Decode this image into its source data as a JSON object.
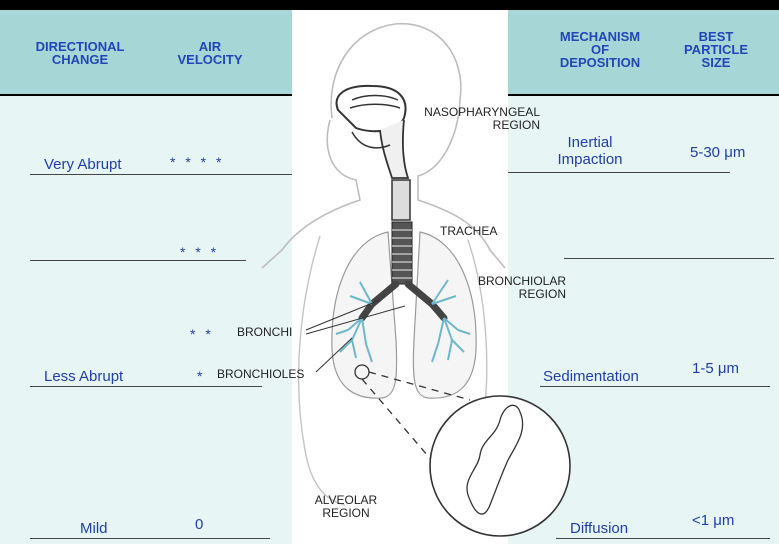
{
  "headers": {
    "directional_change": "DIRECTIONAL\nCHANGE",
    "air_velocity": "AIR\nVELOCITY",
    "mechanism": "MECHANISM\nOF\nDEPOSITION",
    "particle_size": "BEST\nPARTICLE\nSIZE"
  },
  "rows": [
    {
      "direction": "Very Abrupt",
      "velocity": "* * * *",
      "mechanism": "Inertial\nImpaction",
      "size": "5-30 μm"
    },
    {
      "direction": "",
      "velocity": "* * *",
      "mechanism": "",
      "size": ""
    },
    {
      "direction": "",
      "velocity": "* *",
      "mechanism": "",
      "size": ""
    },
    {
      "direction": "Less Abrupt",
      "velocity": "*",
      "mechanism": "Sedimentation",
      "size": "1-5 μm"
    },
    {
      "direction": "Mild",
      "velocity": "0",
      "mechanism": "Diffusion",
      "size": "<1 μm"
    }
  ],
  "labels": {
    "nasopharyngeal": "NASOPHARYNGEAL\nREGION",
    "trachea": "TRACHEA",
    "bronchiolar": "BRONCHIOLAR\nREGION",
    "bronchi": "BRONCHI",
    "bronchioles": "BRONCHIOLES",
    "alveolar": "ALVEOLAR\nREGION"
  },
  "colors": {
    "header_bg": "#a7d6d6",
    "panel_bg": "#e7f5f5",
    "text_blue": "#1f3fa6",
    "background": "#000000"
  }
}
